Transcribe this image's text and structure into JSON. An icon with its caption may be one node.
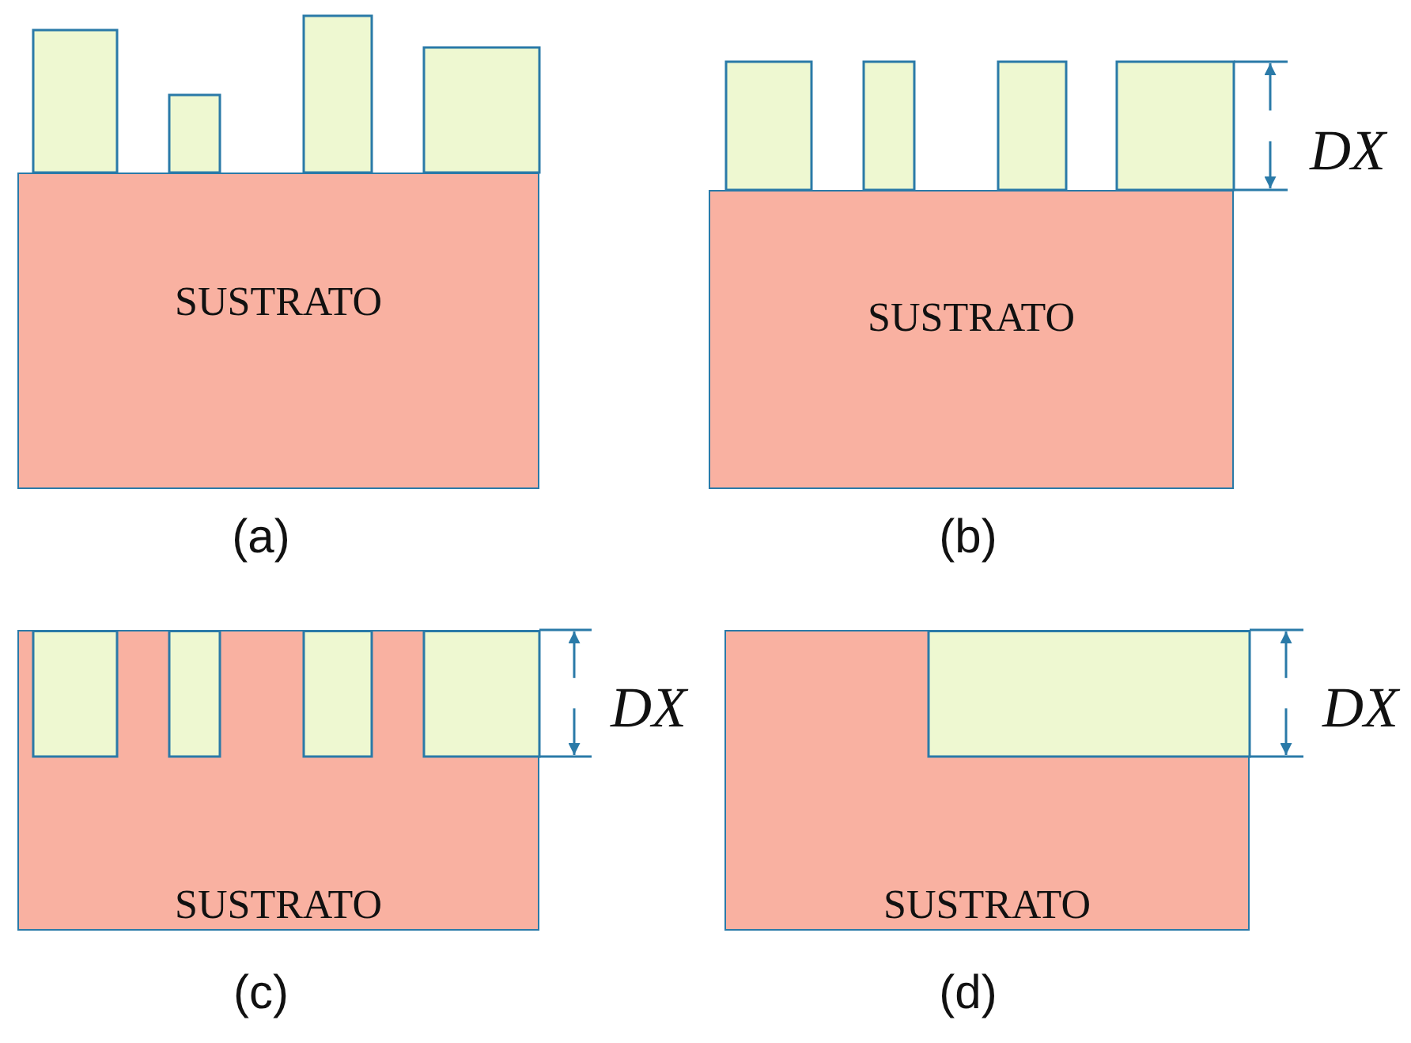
{
  "diagram": {
    "nodes": [
      {
        "text": [
          "SUSTRATO"
        ]
      },
      {
        "text": [
          "SUSTRATO"
        ]
      },
      {
        "text": [
          "SUSTRATO"
        ]
      },
      {
        "text": [
          "SUSTRATO"
        ]
      }
    ],
    "labels": [
      "DX",
      "(a)",
      "(b)",
      "DX",
      "DX",
      "(c)",
      "(d)"
    ]
  }
}
